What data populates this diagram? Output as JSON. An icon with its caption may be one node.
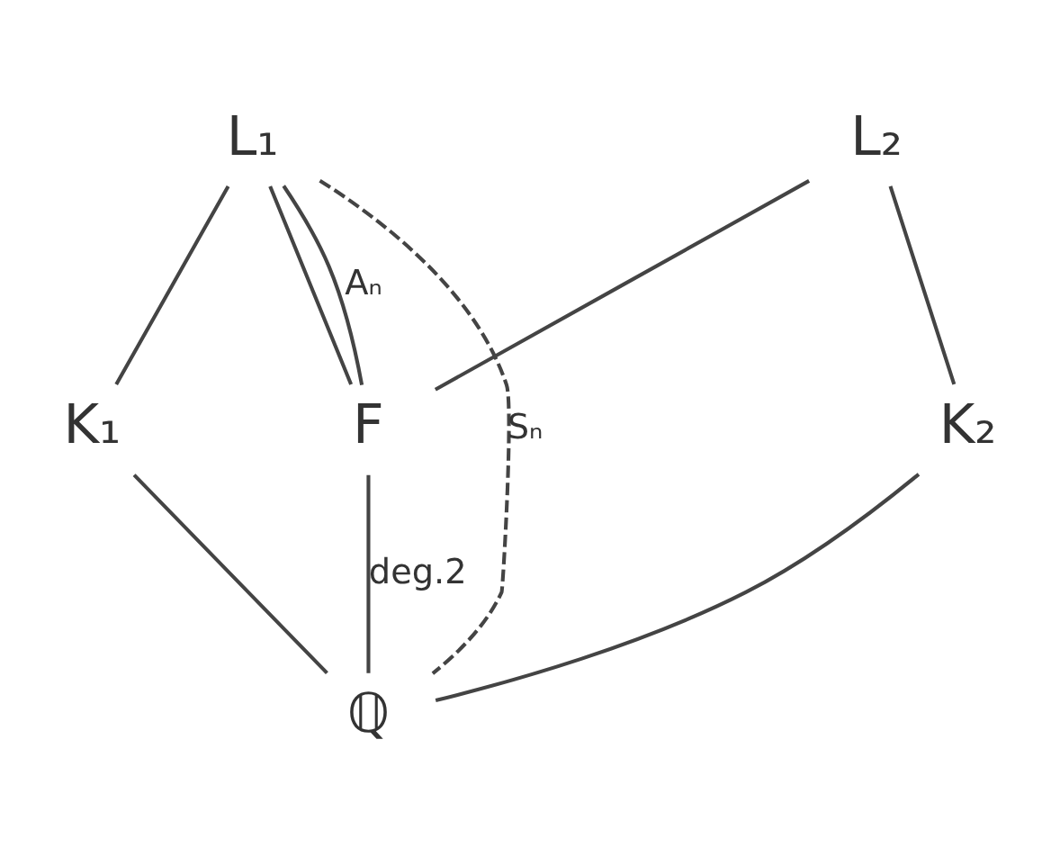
{
  "diagram": {
    "nodes": [
      {
        "text": [
          "L₁"
        ]
      },
      {
        "text": [
          "L₂"
        ]
      },
      {
        "text": [
          "K₁"
        ]
      },
      {
        "text": [
          "F"
        ]
      },
      {
        "text": [
          "K₂"
        ]
      },
      {
        "text": [
          "ℚ"
        ]
      }
    ],
    "edges": [
      {
        "from": 0,
        "to": 2,
        "arrow": "none"
      },
      {
        "from": 0,
        "to": 3,
        "arrow": "none"
      },
      {
        "from": 0,
        "to": 3,
        "arrow": "none",
        "label": "Aₙ"
      },
      {
        "from": 1,
        "to": 3,
        "arrow": "none"
      },
      {
        "from": 1,
        "to": 4,
        "arrow": "none"
      },
      {
        "from": 2,
        "to": 5,
        "arrow": "none"
      },
      {
        "from": 3,
        "to": 5,
        "arrow": "none",
        "label": "deg.2"
      },
      {
        "from": 4,
        "to": 5,
        "arrow": "none"
      },
      {
        "from": 0,
        "to": 5,
        "arrow": "none",
        "style": "dashed",
        "label": "Sₙ"
      }
    ]
  }
}
